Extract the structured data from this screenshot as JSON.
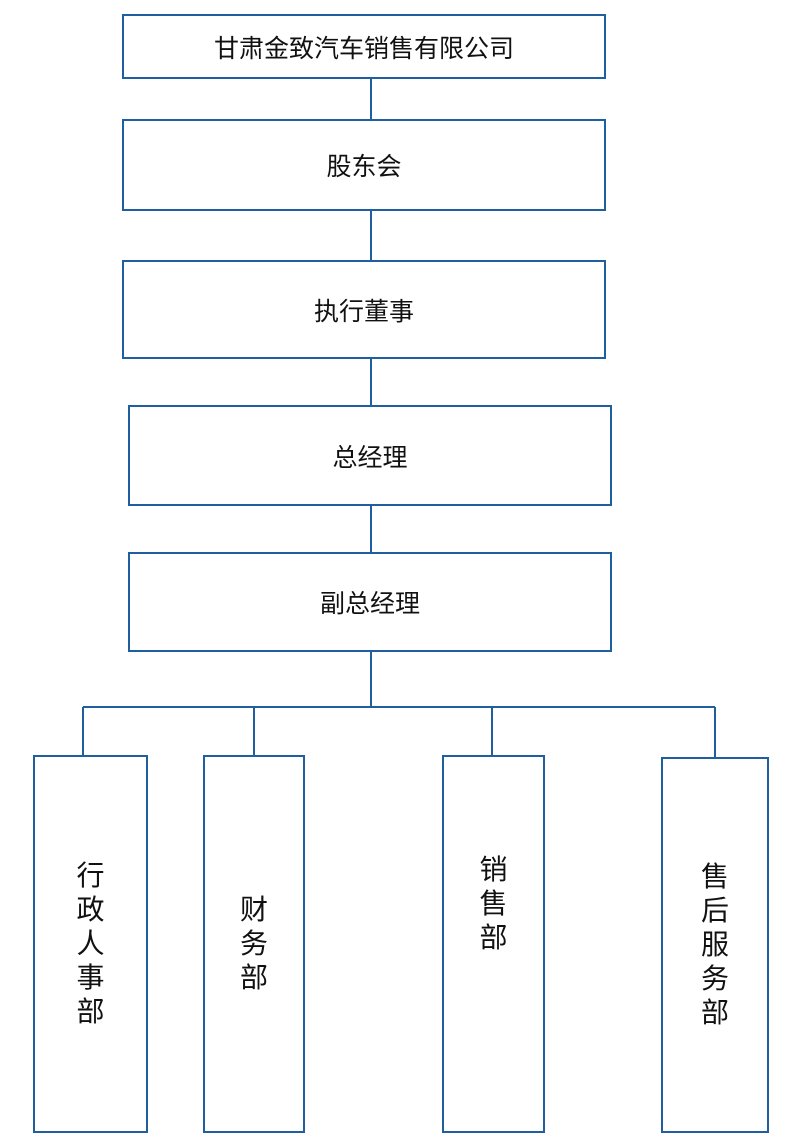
{
  "colors": {
    "border": "#1f5fa0",
    "connector": "#1f5fa0",
    "text": "#111111"
  },
  "chain": {
    "company": "甘肃金致汽车销售有限公司",
    "shareholders": "股东会",
    "executive_director": "执行董事",
    "general_manager": "总经理",
    "deputy_general_manager": "副总经理"
  },
  "departments": {
    "admin_hr": "行政人事部",
    "finance": "财务部",
    "sales": "销售部",
    "after_sales": "售后服务部"
  }
}
